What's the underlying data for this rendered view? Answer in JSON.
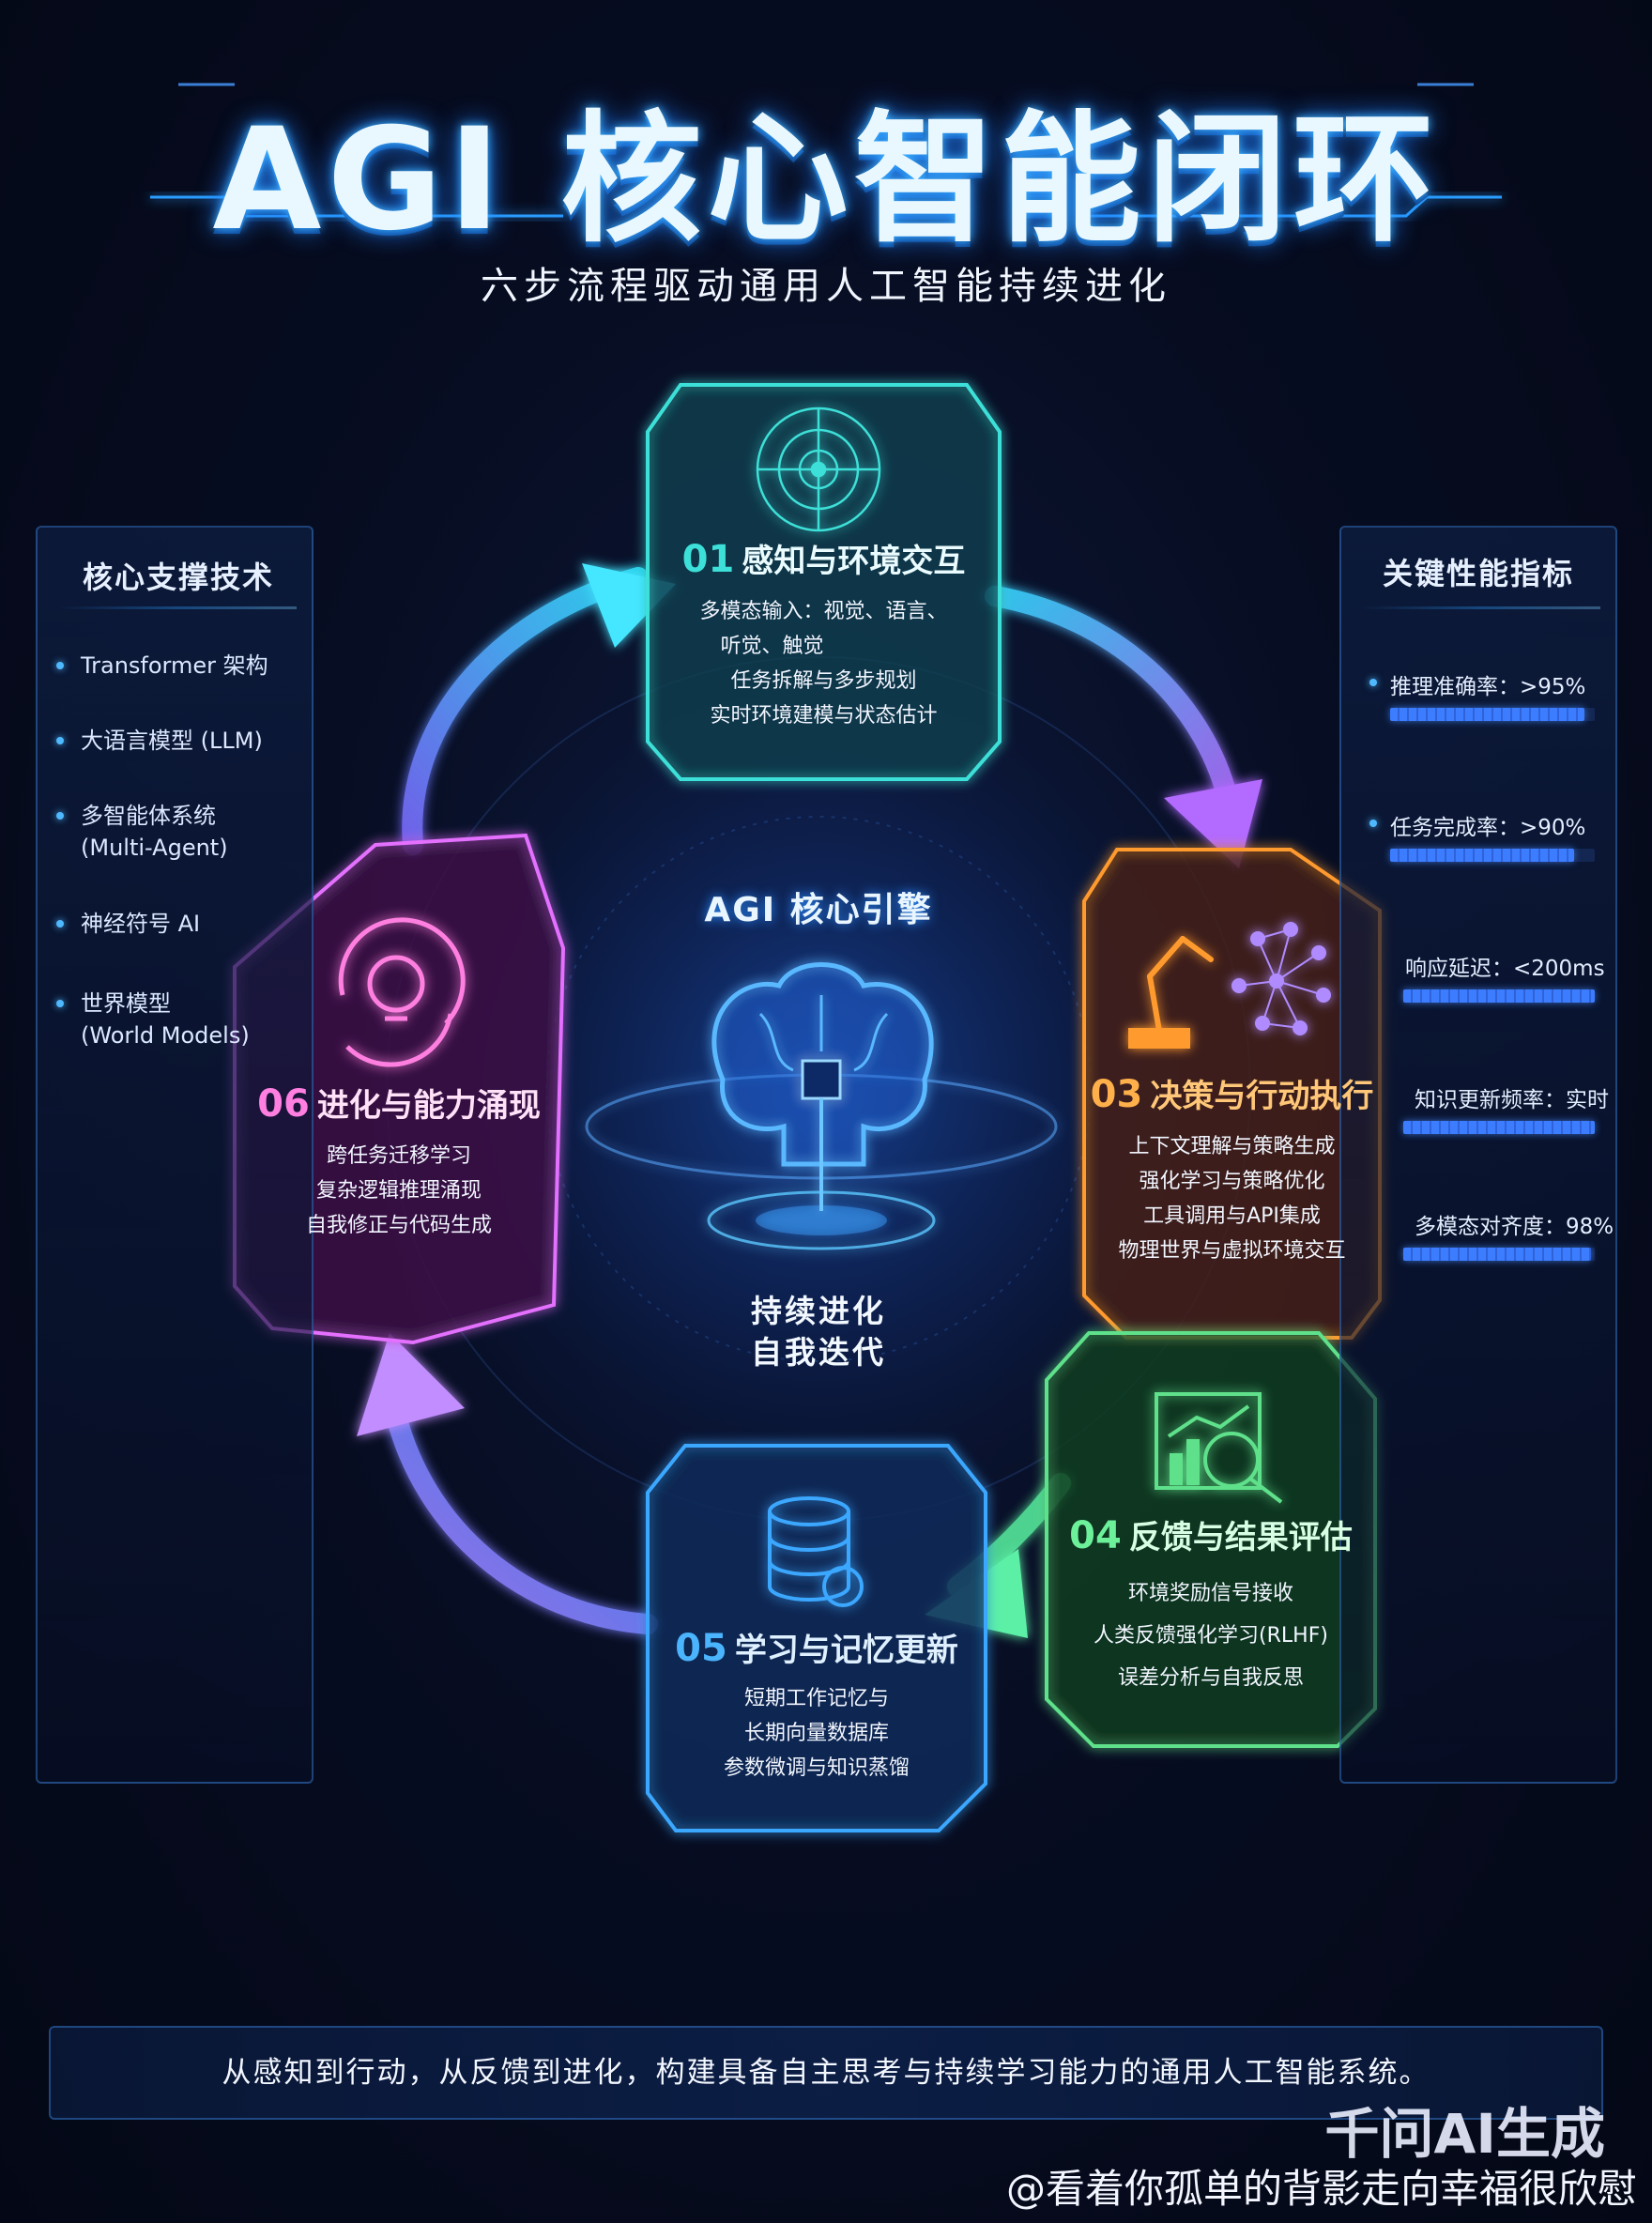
{
  "header": {
    "title": "AGI 核心智能闭环",
    "subtitle": "六步流程驱动通用人工智能持续进化"
  },
  "left_panel": {
    "title": "核心支撑技术",
    "items": [
      {
        "line1": "Transformer 架构",
        "line2": ""
      },
      {
        "line1": "大语言模型 (LLM)",
        "line2": ""
      },
      {
        "line1": "多智能体系统",
        "line2": "(Multi-Agent)"
      },
      {
        "line1": "神经符号 AI",
        "line2": ""
      },
      {
        "line1": "世界模型",
        "line2": "(World Models)"
      }
    ]
  },
  "right_panel": {
    "title": "关键性能指标",
    "metrics": [
      {
        "label": "推理准确率：>95%",
        "level": 0.95
      },
      {
        "label": "任务完成率：>90%",
        "level": 0.9
      },
      {
        "label": "响应延迟：<200ms",
        "level": 1.0
      },
      {
        "label": "知识更新频率：实时",
        "level": 1.0
      },
      {
        "label": "多模态对齐度：98%",
        "level": 0.98
      }
    ]
  },
  "nodes": [
    {
      "num": "01",
      "title": "感知与环境交互",
      "lines": [
        "多模态输入：视觉、语言、",
        "听觉、触觉",
        "任务拆解与多步规划",
        "实时环境建模与状态估计"
      ],
      "color": "#3de0d8",
      "icon": "radar-icon"
    },
    {
      "num": "03",
      "title": "决策与行动执行",
      "lines": [
        "上下文理解与策略生成",
        "强化学习与策略优化",
        "工具调用与API集成",
        "物理世界与虚拟环境交互"
      ],
      "color": "#ff9a2e",
      "icon": "robot-arm-icon"
    },
    {
      "num": "04",
      "title": "反馈与结果评估",
      "lines": [
        "环境奖励信号接收",
        "人类反馈强化学习(RLHF)",
        "误差分析与自我反思"
      ],
      "color": "#5fe08a",
      "icon": "analytics-icon"
    },
    {
      "num": "05",
      "title": "学习与记忆更新",
      "lines": [
        "短期工作记忆与",
        "长期向量数据库",
        "参数微调与知识蒸馏"
      ],
      "color": "#3aa7ff",
      "icon": "database-sync-icon"
    },
    {
      "num": "06",
      "title": "进化与能力涌现",
      "lines": [
        "跨任务迁移学习",
        "复杂逻辑推理涌现",
        "自我修正与代码生成"
      ],
      "color": "#ff6fd8",
      "icon": "gear-bulb-icon"
    }
  ],
  "engine": {
    "title": "AGI 核心引擎",
    "line1": "持续进化",
    "line2": "自我迭代"
  },
  "footer": {
    "slogan": "从感知到行动，从反馈到进化，构建具备自主思考与持续学习能力的通用人工智能系统。",
    "brand": "千问AI生成",
    "credit": "@看着你孤单的背影走向幸福很欣慰"
  },
  "colors": {
    "background": "#070d22",
    "accent_blue": "#2a9dff",
    "cyan": "#3de0d8",
    "orange": "#ff9a2e",
    "green": "#5fe08a",
    "blue": "#3aa7ff",
    "pink": "#ff6fd8",
    "purple": "#a46bff"
  }
}
